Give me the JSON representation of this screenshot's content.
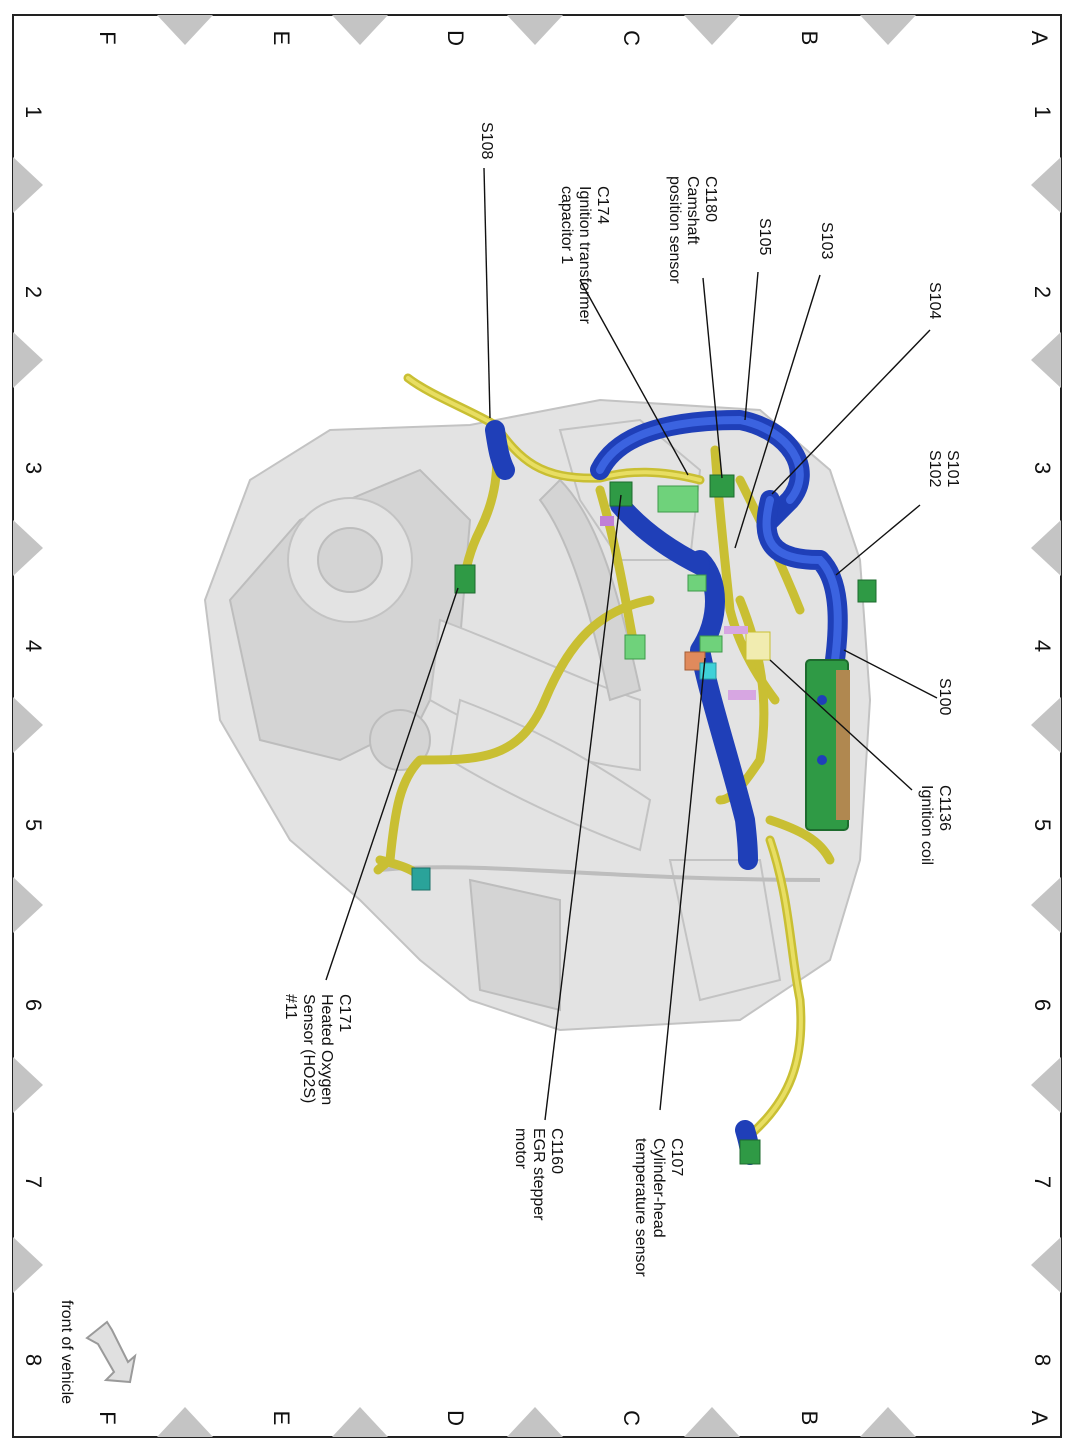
{
  "grid": {
    "rows": [
      "A",
      "B",
      "C",
      "D",
      "E",
      "F"
    ],
    "columns": [
      "1",
      "2",
      "3",
      "4",
      "5",
      "6",
      "7",
      "8"
    ]
  },
  "callouts": {
    "s104": [
      "S104"
    ],
    "s101_s102": [
      "S101",
      "S102"
    ],
    "s103": [
      "S103"
    ],
    "s105": [
      "S105"
    ],
    "c1180": [
      "C1180",
      "Camshaft",
      "position sensor"
    ],
    "c174": [
      "C174",
      "Ignition transformer",
      "capacitor 1"
    ],
    "s108": [
      "S108"
    ],
    "s100": [
      "S100"
    ],
    "c1136": [
      "C1136",
      "Ignition coil"
    ],
    "c171": [
      "C171",
      "Heated Oxygen",
      "Sensor (HO2S)",
      "#11"
    ],
    "c1160": [
      "C1160",
      "EGR stepper",
      "motor"
    ],
    "c107": [
      "C107",
      "Cylinder-head",
      "temperature sensor"
    ]
  },
  "orientation": {
    "label": "front of vehicle",
    "icon": "front-of-vehicle-arrow-icon"
  },
  "colors": {
    "harness_yellow": "#c9bf33",
    "harness_blue": "#1f3fb8",
    "connector_green": "#2f9a45",
    "border_triangle": "#c4c4c4"
  }
}
